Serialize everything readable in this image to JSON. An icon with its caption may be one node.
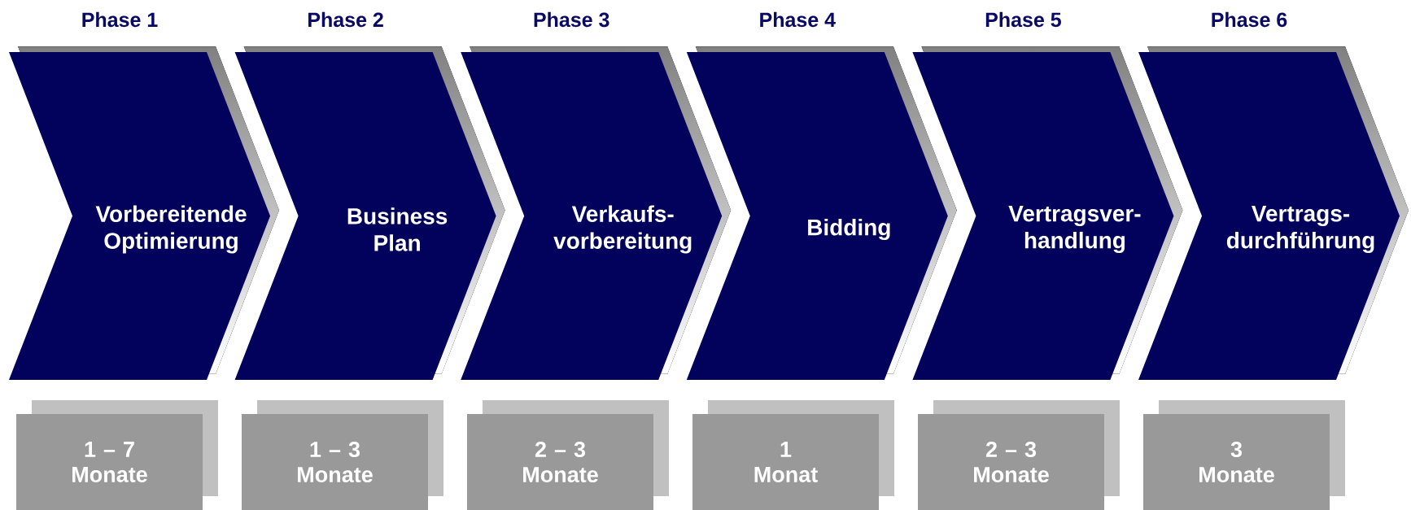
{
  "diagram": {
    "nodes": [
      {
        "text": [
          "Phase 1",
          "Vorbereitende Optimierung"
        ]
      },
      {
        "text": [
          "Phase 2",
          "Business Plan"
        ]
      },
      {
        "text": [
          "Phase 3",
          "Verkaufs- vorbereitung"
        ]
      },
      {
        "text": [
          "Phase 4",
          "Bidding"
        ]
      },
      {
        "text": [
          "Phase 5",
          "Vertragsver- handlung"
        ]
      },
      {
        "text": [
          "Phase 6",
          "Vertrags- durchführung"
        ]
      },
      {
        "text": [
          "1 – 7 Monate"
        ]
      },
      {
        "text": [
          "1 – 3 Monate"
        ]
      },
      {
        "text": [
          "2 – 3 Monate"
        ]
      },
      {
        "text": [
          "1 Monat"
        ]
      },
      {
        "text": [
          "2 – 3 Monate"
        ]
      },
      {
        "text": [
          "3 Monate"
        ]
      }
    ]
  }
}
